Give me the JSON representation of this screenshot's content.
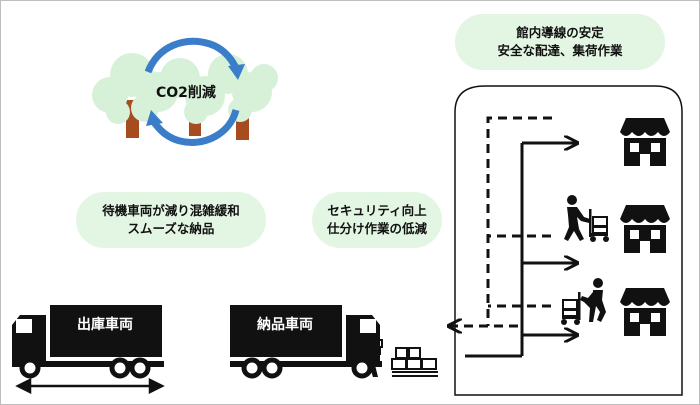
{
  "co2": {
    "label": "CO2削減"
  },
  "bubbles": {
    "warehouse": {
      "line1": "館内導線の安定",
      "line2": "安全な配達、集荷作業"
    },
    "waiting": {
      "line1": "待機車両が減り混雑緩和",
      "line2": "スムーズな納品"
    },
    "security": {
      "line1": "セキュリティ向上",
      "line2": "仕分け作業の低減"
    }
  },
  "trucks": {
    "outbound": {
      "label": "出庫車両"
    },
    "delivery": {
      "label": "納品車両"
    }
  },
  "icons": {
    "tree": "tree-icon",
    "recycle": "recycle-arrows-icon",
    "truck": "truck-icon",
    "worker": "worker-with-boxes-icon",
    "cart": "hand-cart-worker-icon",
    "store": "store-icon"
  },
  "colors": {
    "bubble": "#e3f6e3",
    "tree": "#d6f1d8",
    "trunk": "#a64c1e",
    "arrow": "#3a7dc9",
    "ink": "#111111"
  }
}
